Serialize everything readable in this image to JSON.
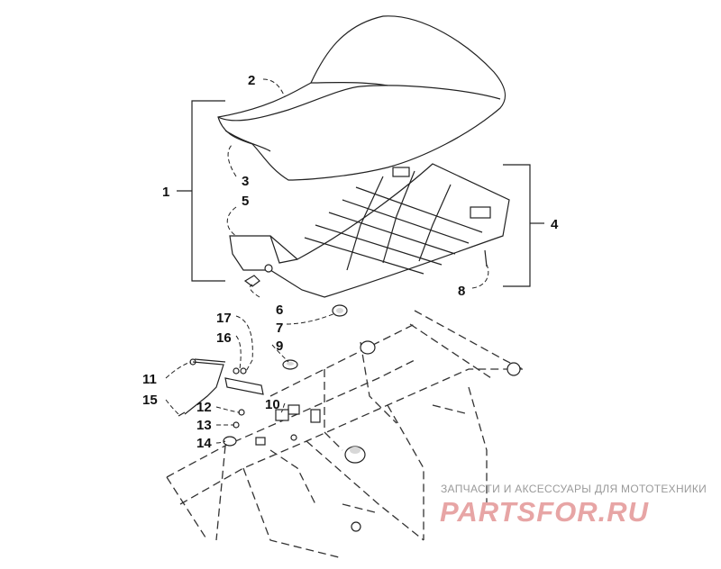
{
  "callouts": {
    "c1": "1",
    "c2": "2",
    "c3": "3",
    "c4": "4",
    "c5": "5",
    "c6": "6",
    "c7": "7",
    "c8": "8",
    "c9": "9",
    "c10": "10",
    "c11": "11",
    "c12": "12",
    "c13": "13",
    "c14": "14",
    "c15": "15",
    "c16": "16",
    "c17": "17"
  },
  "watermark": {
    "tagline": "ЗАПЧАСТИ И АКСЕССУАРЫ ДЛЯ МОТОТЕХНИКИ",
    "logo": "PARTSFOR.RU"
  },
  "colors": {
    "lines": "#222222",
    "watermark_logo": "#e7a5a5",
    "watermark_text": "#9a9a9a"
  }
}
